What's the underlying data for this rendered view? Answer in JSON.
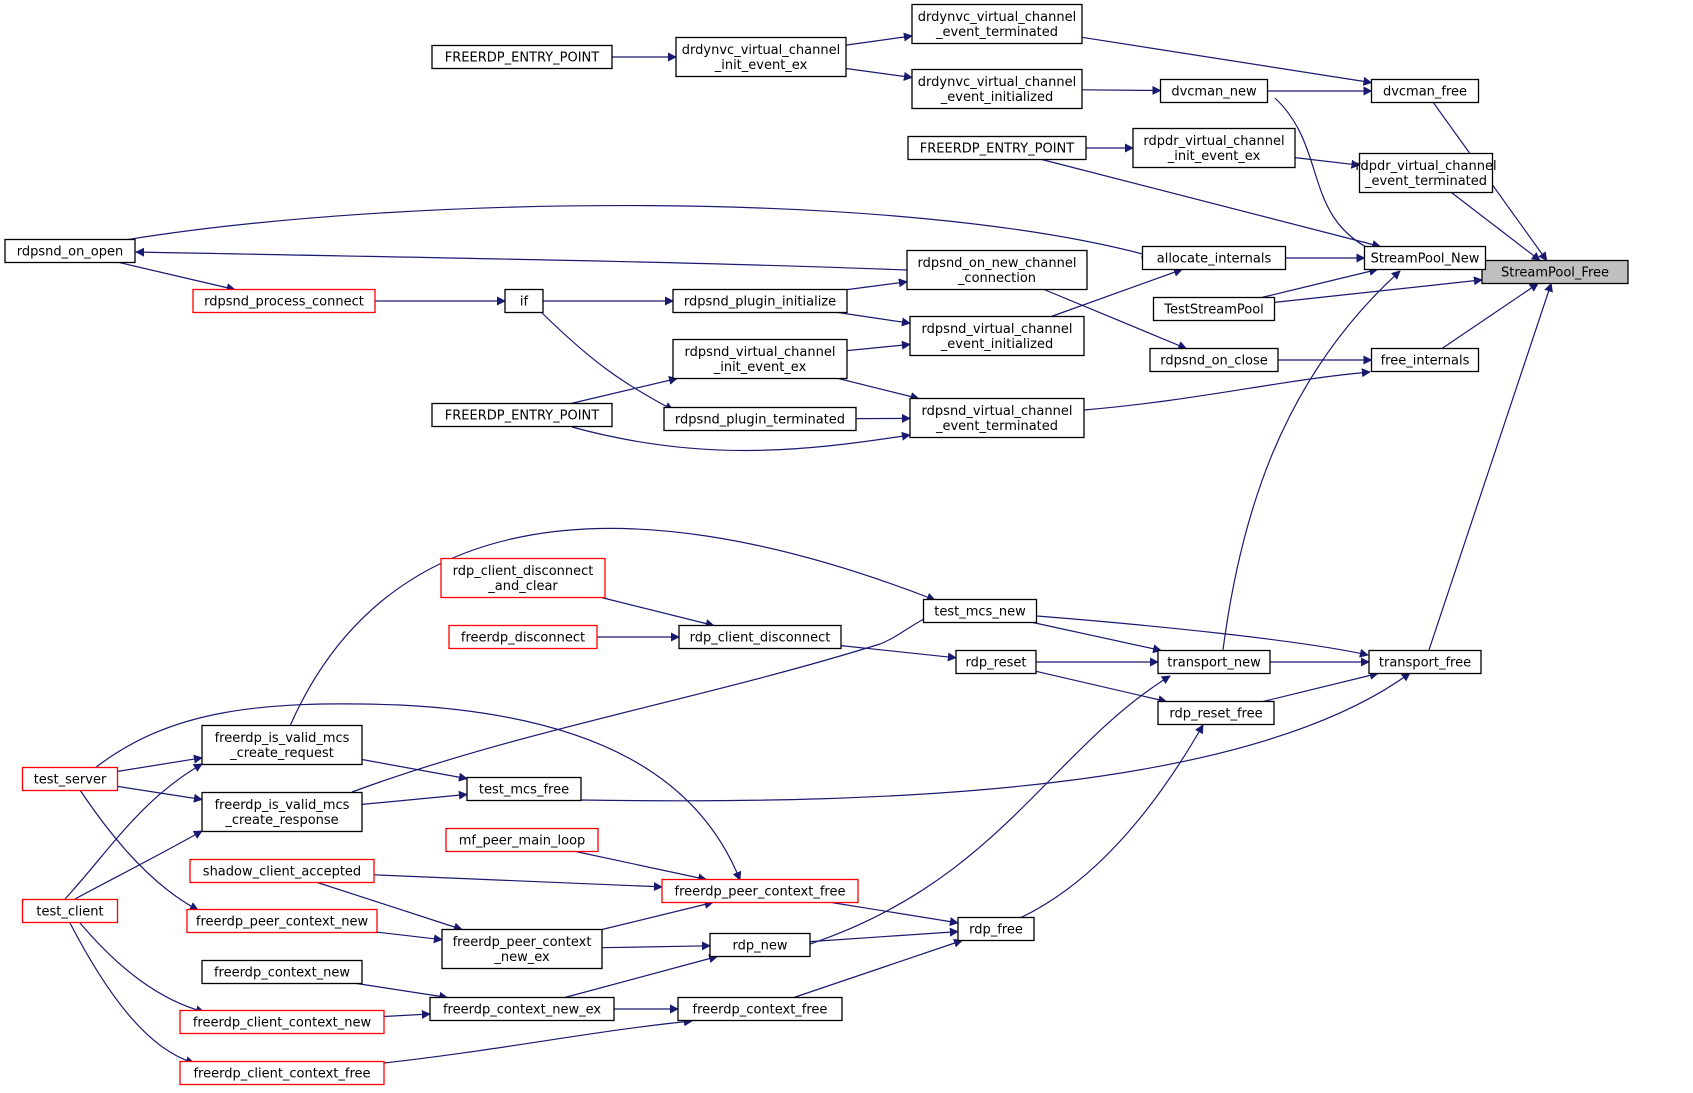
{
  "colors": {
    "edge": "#191970",
    "box_default": "#000000",
    "box_truncated": "#ff0000",
    "box_focus_fill": "#bfbfbf",
    "background": "#ffffff"
  },
  "diagram": {
    "type": "caller-graph",
    "focus_node": "n_streampool_free",
    "nodes": [
      {
        "id": "n_streampool_free",
        "lines": [
          "StreamPool_Free"
        ],
        "style": "focus"
      },
      {
        "id": "n_dvcman_free",
        "lines": [
          "dvcman_free"
        ],
        "style": "normal"
      },
      {
        "id": "n_rdpdr_vc_term",
        "lines": [
          "rdpdr_virtual_channel",
          "_event_terminated"
        ],
        "style": "normal"
      },
      {
        "id": "n_streampool_new",
        "lines": [
          "StreamPool_New"
        ],
        "style": "normal"
      },
      {
        "id": "n_teststreampool",
        "lines": [
          "TestStreamPool"
        ],
        "style": "normal"
      },
      {
        "id": "n_free_internals",
        "lines": [
          "free_internals"
        ],
        "style": "normal"
      },
      {
        "id": "n_transport_free",
        "lines": [
          "transport_free"
        ],
        "style": "normal"
      },
      {
        "id": "n_drdynvc_term",
        "lines": [
          "drdynvc_virtual_channel",
          "_event_terminated"
        ],
        "style": "normal"
      },
      {
        "id": "n_dvcman_new",
        "lines": [
          "dvcman_new"
        ],
        "style": "normal"
      },
      {
        "id": "n_drdynvc_init",
        "lines": [
          "drdynvc_virtual_channel",
          "_event_initialized"
        ],
        "style": "normal"
      },
      {
        "id": "n_drdynvc_init_ex",
        "lines": [
          "drdynvc_virtual_channel",
          "_init_event_ex"
        ],
        "style": "normal"
      },
      {
        "id": "n_fep1",
        "lines": [
          "FREERDP_ENTRY_POINT"
        ],
        "style": "normal"
      },
      {
        "id": "n_rdpdr_init_ex",
        "lines": [
          "rdpdr_virtual_channel",
          "_init_event_ex"
        ],
        "style": "normal"
      },
      {
        "id": "n_fep2",
        "lines": [
          "FREERDP_ENTRY_POINT"
        ],
        "style": "normal"
      },
      {
        "id": "n_allocate_internals",
        "lines": [
          "allocate_internals"
        ],
        "style": "normal"
      },
      {
        "id": "n_rdpsnd_on_open",
        "lines": [
          "rdpsnd_on_open"
        ],
        "style": "normal"
      },
      {
        "id": "n_rdpsnd_on_new_channel",
        "lines": [
          "rdpsnd_on_new_channel",
          "_connection"
        ],
        "style": "normal"
      },
      {
        "id": "n_rdpsnd_process_connect",
        "lines": [
          "rdpsnd_process_connect"
        ],
        "style": "truncated"
      },
      {
        "id": "n_if",
        "lines": [
          "if"
        ],
        "style": "normal"
      },
      {
        "id": "n_rdpsnd_plugin_init",
        "lines": [
          "rdpsnd_plugin_initialize"
        ],
        "style": "normal"
      },
      {
        "id": "n_rdpsnd_vc_init",
        "lines": [
          "rdpsnd_virtual_channel",
          "_event_initialized"
        ],
        "style": "normal"
      },
      {
        "id": "n_rdpsnd_on_close",
        "lines": [
          "rdpsnd_on_close"
        ],
        "style": "normal"
      },
      {
        "id": "n_rdpsnd_vc_init_ex",
        "lines": [
          "rdpsnd_virtual_channel",
          "_init_event_ex"
        ],
        "style": "normal"
      },
      {
        "id": "n_fep3",
        "lines": [
          "FREERDP_ENTRY_POINT"
        ],
        "style": "normal"
      },
      {
        "id": "n_rdpsnd_plugin_term",
        "lines": [
          "rdpsnd_plugin_terminated"
        ],
        "style": "normal"
      },
      {
        "id": "n_rdpsnd_vc_term",
        "lines": [
          "rdpsnd_virtual_channel",
          "_event_terminated"
        ],
        "style": "normal"
      },
      {
        "id": "n_test_mcs_new",
        "lines": [
          "test_mcs_new"
        ],
        "style": "normal"
      },
      {
        "id": "n_rdp_client_disc_clear",
        "lines": [
          "rdp_client_disconnect",
          "_and_clear"
        ],
        "style": "truncated"
      },
      {
        "id": "n_freerdp_disconnect",
        "lines": [
          "freerdp_disconnect"
        ],
        "style": "truncated"
      },
      {
        "id": "n_rdp_client_disconnect",
        "lines": [
          "rdp_client_disconnect"
        ],
        "style": "normal"
      },
      {
        "id": "n_rdp_reset",
        "lines": [
          "rdp_reset"
        ],
        "style": "normal"
      },
      {
        "id": "n_transport_new",
        "lines": [
          "transport_new"
        ],
        "style": "normal"
      },
      {
        "id": "n_rdp_reset_free",
        "lines": [
          "rdp_reset_free"
        ],
        "style": "normal"
      },
      {
        "id": "n_test_server",
        "lines": [
          "test_server"
        ],
        "style": "truncated"
      },
      {
        "id": "n_valid_mcs_req",
        "lines": [
          "freerdp_is_valid_mcs",
          "_create_request"
        ],
        "style": "normal"
      },
      {
        "id": "n_test_mcs_free",
        "lines": [
          "test_mcs_free"
        ],
        "style": "normal"
      },
      {
        "id": "n_valid_mcs_resp",
        "lines": [
          "freerdp_is_valid_mcs",
          "_create_response"
        ],
        "style": "normal"
      },
      {
        "id": "n_mf_peer_main_loop",
        "lines": [
          "mf_peer_main_loop"
        ],
        "style": "truncated"
      },
      {
        "id": "n_shadow_client_accepted",
        "lines": [
          "shadow_client_accepted"
        ],
        "style": "truncated"
      },
      {
        "id": "n_peer_ctx_free",
        "lines": [
          "freerdp_peer_context_free"
        ],
        "style": "truncated"
      },
      {
        "id": "n_test_client",
        "lines": [
          "test_client"
        ],
        "style": "truncated"
      },
      {
        "id": "n_peer_ctx_new",
        "lines": [
          "freerdp_peer_context_new"
        ],
        "style": "truncated"
      },
      {
        "id": "n_peer_ctx_new_ex",
        "lines": [
          "freerdp_peer_context",
          "_new_ex"
        ],
        "style": "normal"
      },
      {
        "id": "n_rdp_free",
        "lines": [
          "rdp_free"
        ],
        "style": "normal"
      },
      {
        "id": "n_rdp_new",
        "lines": [
          "rdp_new"
        ],
        "style": "normal"
      },
      {
        "id": "n_ctx_new",
        "lines": [
          "freerdp_context_new"
        ],
        "style": "normal"
      },
      {
        "id": "n_client_ctx_new",
        "lines": [
          "freerdp_client_context_new"
        ],
        "style": "truncated"
      },
      {
        "id": "n_ctx_new_ex",
        "lines": [
          "freerdp_context_new_ex"
        ],
        "style": "normal"
      },
      {
        "id": "n_ctx_free",
        "lines": [
          "freerdp_context_free"
        ],
        "style": "normal"
      },
      {
        "id": "n_client_ctx_free",
        "lines": [
          "freerdp_client_context_free"
        ],
        "style": "truncated"
      }
    ],
    "edges": [
      {
        "from": "n_dvcman_free",
        "to": "n_streampool_free"
      },
      {
        "from": "n_rdpdr_vc_term",
        "to": "n_streampool_free"
      },
      {
        "from": "n_streampool_new",
        "to": "n_streampool_free"
      },
      {
        "from": "n_teststreampool",
        "to": "n_streampool_free"
      },
      {
        "from": "n_free_internals",
        "to": "n_streampool_free"
      },
      {
        "from": "n_transport_free",
        "to": "n_streampool_free"
      },
      {
        "from": "n_drdynvc_term",
        "to": "n_dvcman_free"
      },
      {
        "from": "n_dvcman_new",
        "to": "n_dvcman_free"
      },
      {
        "from": "n_drdynvc_init",
        "to": "n_dvcman_new"
      },
      {
        "from": "n_drdynvc_init_ex",
        "to": "n_drdynvc_term"
      },
      {
        "from": "n_drdynvc_init_ex",
        "to": "n_drdynvc_init"
      },
      {
        "from": "n_fep1",
        "to": "n_drdynvc_init_ex"
      },
      {
        "from": "n_rdpdr_init_ex",
        "to": "n_rdpdr_vc_term"
      },
      {
        "from": "n_fep2",
        "to": "n_rdpdr_init_ex"
      },
      {
        "from": "n_dvcman_new",
        "to": "n_streampool_new"
      },
      {
        "from": "n_fep2",
        "to": "n_streampool_new"
      },
      {
        "from": "n_allocate_internals",
        "to": "n_streampool_new"
      },
      {
        "from": "n_teststreampool",
        "to": "n_streampool_new"
      },
      {
        "from": "n_transport_new",
        "to": "n_streampool_new"
      },
      {
        "from": "n_rdpsnd_on_open",
        "to": "n_allocate_internals"
      },
      {
        "from": "n_rdpsnd_vc_init",
        "to": "n_allocate_internals"
      },
      {
        "from": "n_rdpsnd_on_new_channel",
        "to": "n_rdpsnd_on_open"
      },
      {
        "from": "n_rdpsnd_on_open",
        "to": "n_rdpsnd_process_connect"
      },
      {
        "from": "n_rdpsnd_process_connect",
        "to": "n_if"
      },
      {
        "from": "n_if",
        "to": "n_rdpsnd_plugin_init"
      },
      {
        "from": "n_if",
        "to": "n_rdpsnd_plugin_term"
      },
      {
        "from": "n_rdpsnd_plugin_init",
        "to": "n_rdpsnd_on_new_channel"
      },
      {
        "from": "n_rdpsnd_plugin_init",
        "to": "n_rdpsnd_vc_init"
      },
      {
        "from": "n_rdpsnd_on_new_channel",
        "to": "n_rdpsnd_on_close"
      },
      {
        "from": "n_rdpsnd_on_close",
        "to": "n_free_internals"
      },
      {
        "from": "n_rdpsnd_vc_term",
        "to": "n_free_internals"
      },
      {
        "from": "n_rdpsnd_vc_init_ex",
        "to": "n_rdpsnd_vc_init"
      },
      {
        "from": "n_rdpsnd_vc_init_ex",
        "to": "n_rdpsnd_vc_term"
      },
      {
        "from": "n_fep3",
        "to": "n_rdpsnd_vc_init_ex"
      },
      {
        "from": "n_fep3",
        "to": "n_rdpsnd_vc_term"
      },
      {
        "from": "n_rdpsnd_plugin_term",
        "to": "n_rdpsnd_vc_term"
      },
      {
        "from": "n_test_mcs_new",
        "to": "n_transport_free"
      },
      {
        "from": "n_test_mcs_new",
        "to": "n_transport_new"
      },
      {
        "from": "n_transport_new",
        "to": "n_transport_free"
      },
      {
        "from": "n_rdp_reset_free",
        "to": "n_transport_free"
      },
      {
        "from": "n_test_mcs_free",
        "to": "n_transport_free"
      },
      {
        "from": "n_rdp_client_disc_clear",
        "to": "n_rdp_client_disconnect"
      },
      {
        "from": "n_freerdp_disconnect",
        "to": "n_rdp_client_disconnect"
      },
      {
        "from": "n_rdp_client_disconnect",
        "to": "n_rdp_reset"
      },
      {
        "from": "n_rdp_reset",
        "to": "n_transport_new"
      },
      {
        "from": "n_rdp_reset",
        "to": "n_rdp_reset_free"
      },
      {
        "from": "n_valid_mcs_req",
        "to": "n_test_mcs_new"
      },
      {
        "from": "n_valid_mcs_resp",
        "to": "n_test_mcs_new"
      },
      {
        "from": "n_valid_mcs_req",
        "to": "n_test_mcs_free"
      },
      {
        "from": "n_valid_mcs_resp",
        "to": "n_test_mcs_free"
      },
      {
        "from": "n_test_server",
        "to": "n_valid_mcs_req"
      },
      {
        "from": "n_test_server",
        "to": "n_valid_mcs_resp"
      },
      {
        "from": "n_test_client",
        "to": "n_valid_mcs_req"
      },
      {
        "from": "n_test_client",
        "to": "n_valid_mcs_resp"
      },
      {
        "from": "n_test_server",
        "to": "n_peer_ctx_free"
      },
      {
        "from": "n_test_server",
        "to": "n_peer_ctx_new"
      },
      {
        "from": "n_mf_peer_main_loop",
        "to": "n_peer_ctx_free"
      },
      {
        "from": "n_shadow_client_accepted",
        "to": "n_peer_ctx_free"
      },
      {
        "from": "n_shadow_client_accepted",
        "to": "n_peer_ctx_new_ex"
      },
      {
        "from": "n_peer_ctx_new",
        "to": "n_peer_ctx_new_ex"
      },
      {
        "from": "n_peer_ctx_new_ex",
        "to": "n_peer_ctx_free"
      },
      {
        "from": "n_peer_ctx_new_ex",
        "to": "n_rdp_new"
      },
      {
        "from": "n_peer_ctx_free",
        "to": "n_rdp_free"
      },
      {
        "from": "n_rdp_new",
        "to": "n_rdp_free"
      },
      {
        "from": "n_rdp_new",
        "to": "n_transport_new"
      },
      {
        "from": "n_rdp_free",
        "to": "n_rdp_reset_free"
      },
      {
        "from": "n_ctx_new_ex",
        "to": "n_rdp_new"
      },
      {
        "from": "n_ctx_free",
        "to": "n_rdp_free"
      },
      {
        "from": "n_ctx_new",
        "to": "n_ctx_new_ex"
      },
      {
        "from": "n_client_ctx_new",
        "to": "n_ctx_new_ex"
      },
      {
        "from": "n_test_client",
        "to": "n_client_ctx_new"
      },
      {
        "from": "n_test_client",
        "to": "n_client_ctx_free"
      },
      {
        "from": "n_ctx_new_ex",
        "to": "n_ctx_free"
      },
      {
        "from": "n_client_ctx_free",
        "to": "n_ctx_free"
      }
    ]
  }
}
